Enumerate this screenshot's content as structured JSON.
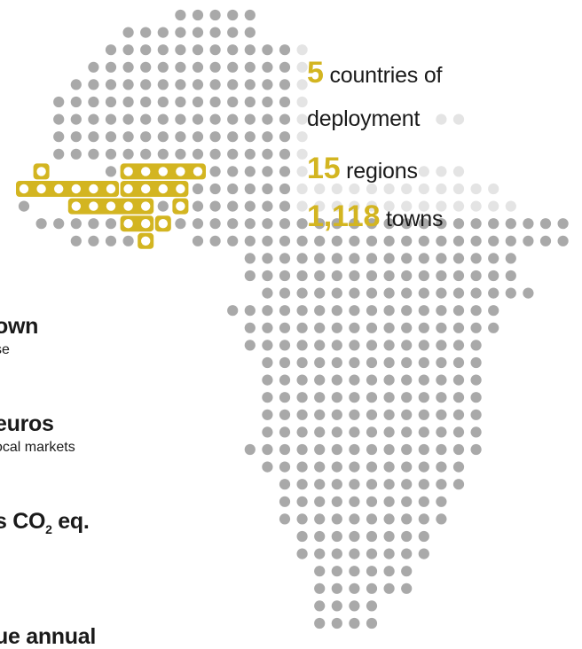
{
  "stats": {
    "countries_value": "5",
    "countries_label": " countries of",
    "countries_label_2": "deployment",
    "regions_value": "15",
    "regions_label": " regions",
    "towns_value": "1,118",
    "towns_label": " towns"
  },
  "impact": [
    {
      "value": "own",
      "desc": "se"
    },
    {
      "value": "euros",
      "desc": "ocal markets"
    },
    {
      "value_main": "s CO",
      "value_sub": "2",
      "value_tail": " eq.",
      "desc": ""
    },
    {
      "value": "ue annual",
      "desc": ""
    }
  ],
  "colors": {
    "dot_gray": "#a9a9a9",
    "dot_light": "#e4e4e4",
    "highlight": "#d3b521"
  }
}
